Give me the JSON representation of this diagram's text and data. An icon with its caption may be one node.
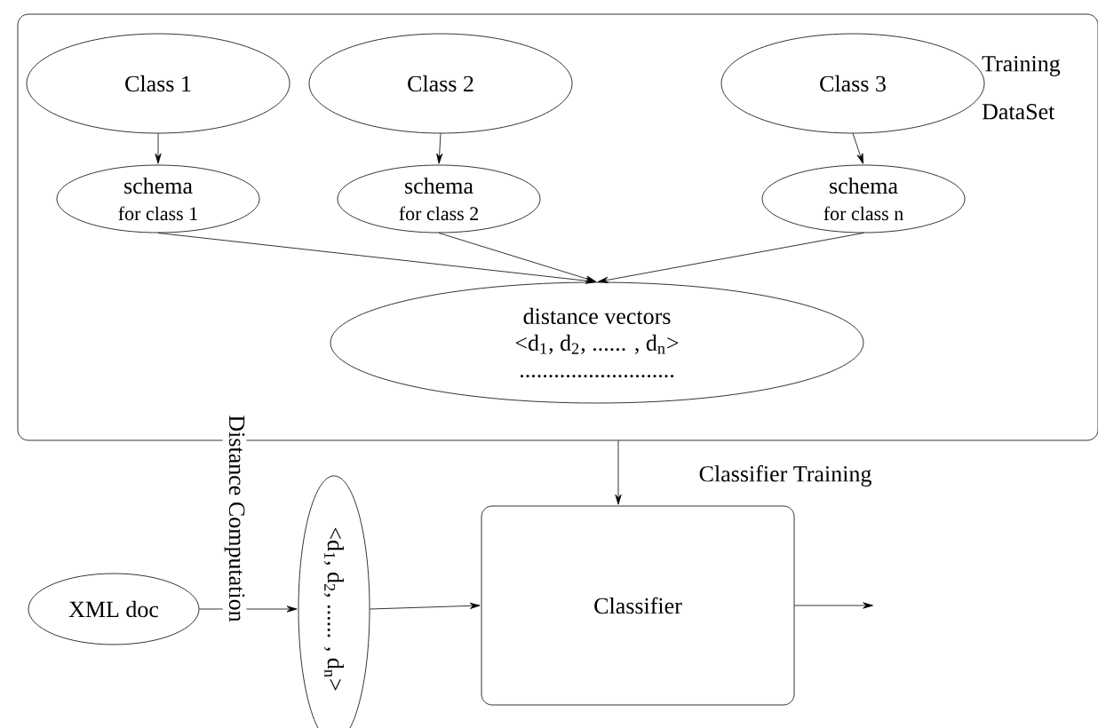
{
  "diagram": {
    "nodes": [
      {
        "text": [
          "Training DataSet"
        ]
      },
      {
        "text": [
          "Class 1"
        ],
        "in": 0
      },
      {
        "text": [
          "Class 2"
        ],
        "in": 0
      },
      {
        "text": [
          "Class 3"
        ],
        "in": 0
      },
      {
        "text": [
          "schema",
          "for class 1"
        ],
        "in": 0
      },
      {
        "text": [
          "schema",
          "for class 2"
        ],
        "in": 0
      },
      {
        "text": [
          "schema",
          "for class n"
        ],
        "in": 0
      },
      {
        "text": [
          "distance vectors",
          "<d$_{1}$, d$_{2}$, ...... , d$_{n}$>",
          "..........................."
        ],
        "in": 0
      },
      {
        "text": [
          "XML doc"
        ]
      },
      {
        "text": [
          "<d$_{1}$, d$_{2}$, ...... , d$_{n}$>"
        ]
      },
      {
        "text": [
          "Classifier"
        ]
      }
    ],
    "edges": [
      {
        "from": 1,
        "to": 4,
        "arrow": "to"
      },
      {
        "from": 2,
        "to": 5,
        "arrow": "to"
      },
      {
        "from": 3,
        "to": 6,
        "arrow": "to"
      },
      {
        "from": 4,
        "to": 7,
        "arrow": "to"
      },
      {
        "from": 5,
        "to": 7,
        "arrow": "to"
      },
      {
        "from": 6,
        "to": 7,
        "arrow": "to"
      },
      {
        "from": 8,
        "to": 9,
        "arrow": "to",
        "label": "Distance Computation"
      },
      {
        "from": 9,
        "to": 10,
        "arrow": "to"
      },
      {
        "from": 0,
        "to": 10,
        "arrow": "to",
        "label": "Classifier Training"
      },
      {
        "from": 10,
        "to": null,
        "arrow": "to"
      }
    ]
  }
}
